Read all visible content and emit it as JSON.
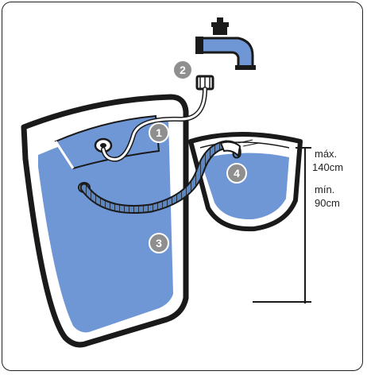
{
  "callouts": {
    "c1": "1",
    "c2": "2",
    "c3": "3",
    "c4": "4"
  },
  "measurements": {
    "max_label": "máx.",
    "max_value": "140cm",
    "min_label": "mín.",
    "min_value": "90cm"
  },
  "colors": {
    "water_blue": "#6f97d6",
    "outline": "#1a1a1a",
    "callout_gray": "#8f8f8f"
  }
}
